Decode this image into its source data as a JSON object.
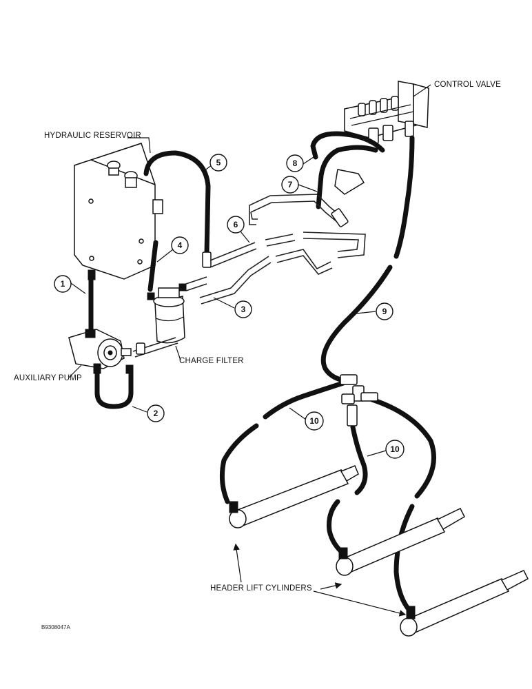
{
  "labels": {
    "control_valve": "CONTROL VALVE",
    "hydraulic_reservoir": "HYDRAULIC RESERVOIR",
    "charge_filter": "CHARGE FILTER",
    "auxiliary_pump": "AUXILIARY PUMP",
    "header_lift_cylinders": "HEADER LIFT CYLINDERS",
    "figure_code": "B9308047A"
  },
  "callouts": {
    "c1": "1",
    "c2": "2",
    "c3": "3",
    "c4": "4",
    "c5": "5",
    "c6": "6",
    "c7": "7",
    "c8": "8",
    "c9": "9",
    "c10a": "10",
    "c10b": "10"
  }
}
